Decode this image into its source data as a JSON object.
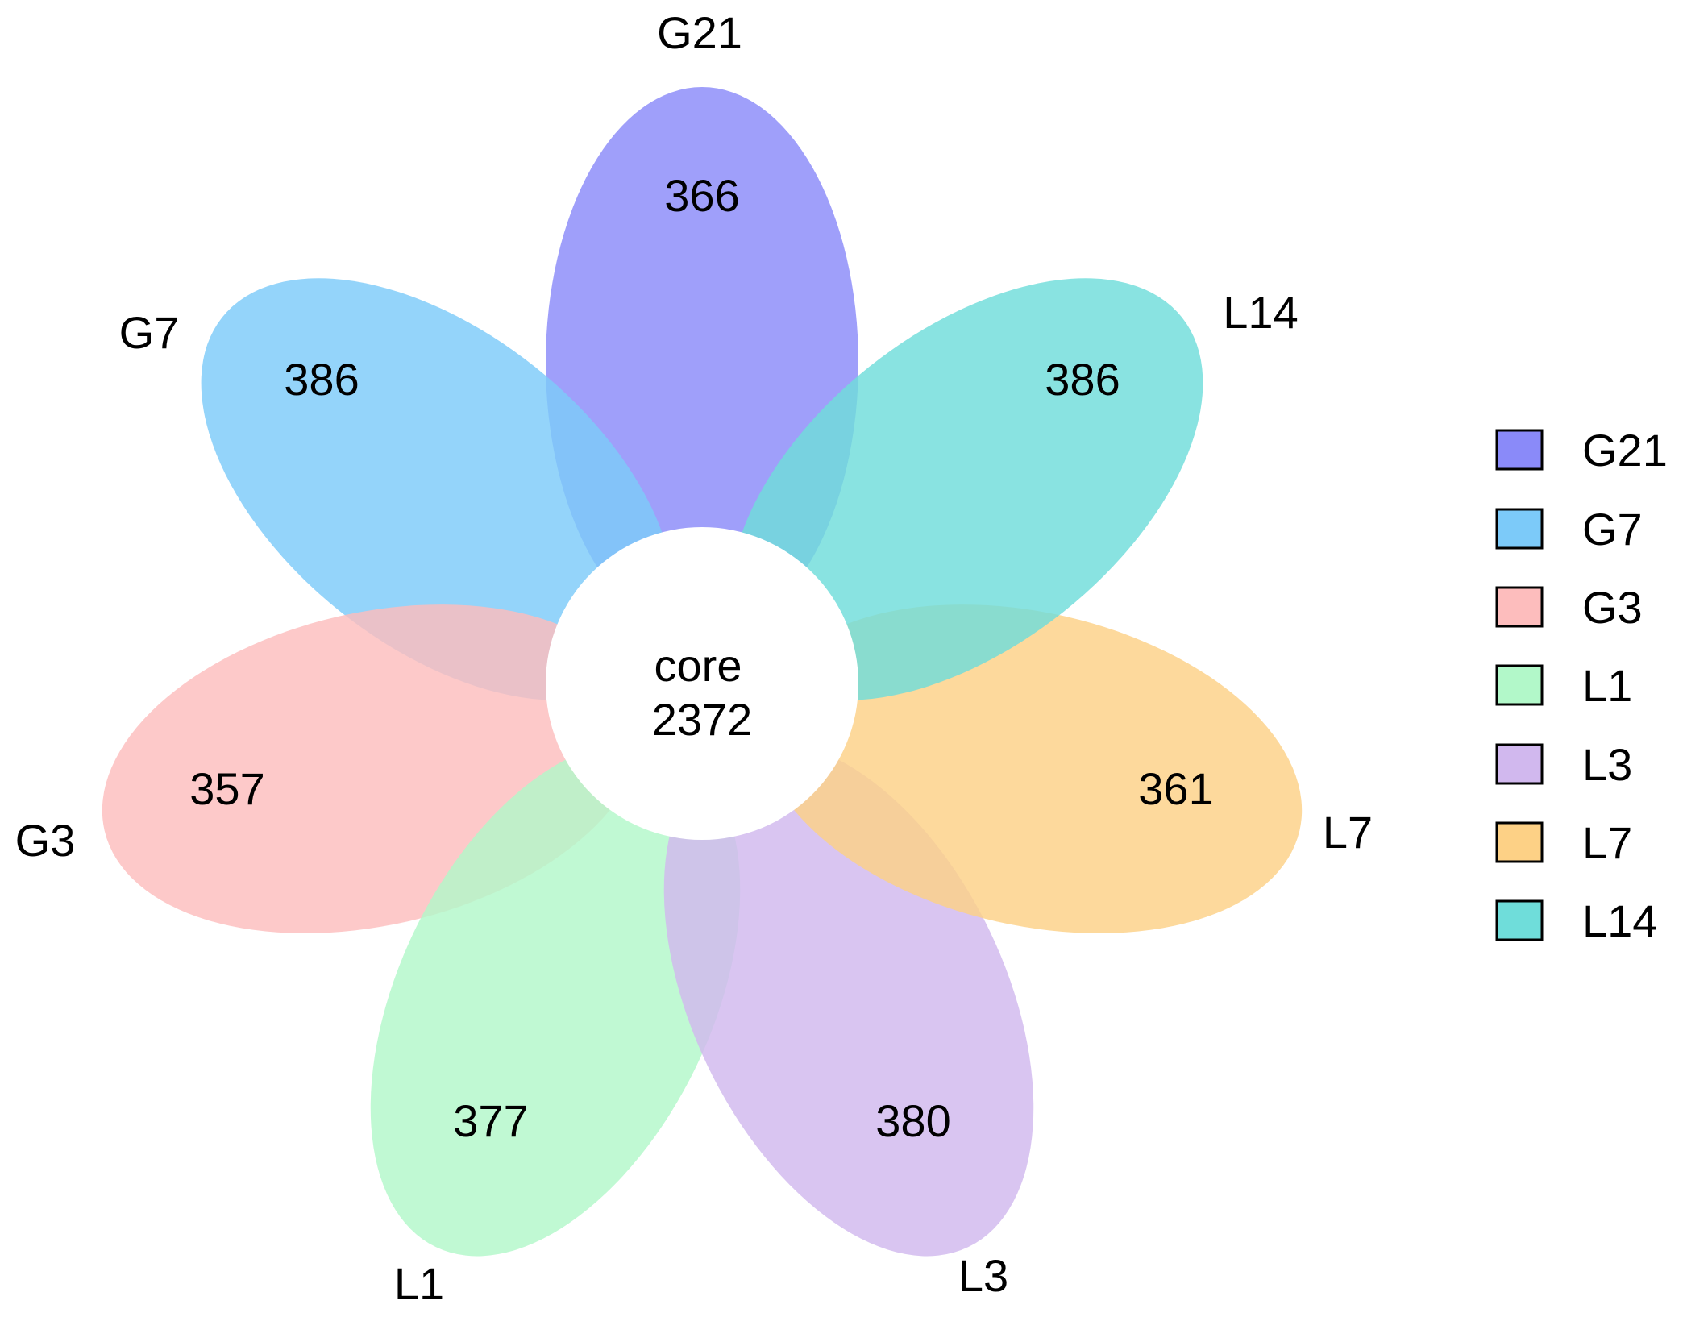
{
  "diagram": {
    "type": "flower-venn",
    "core": {
      "label": "core",
      "count": "2372"
    },
    "petals": [
      {
        "name": "G21",
        "count": "366",
        "color": "#8a8af9"
      },
      {
        "name": "G7",
        "count": "386",
        "color": "#7ccaf9"
      },
      {
        "name": "G3",
        "count": "357",
        "color": "#fdbdbd"
      },
      {
        "name": "L1",
        "count": "377",
        "color": "#b2f8c9"
      },
      {
        "name": "L3",
        "count": "380",
        "color": "#d1b8ee"
      },
      {
        "name": "L7",
        "count": "361",
        "color": "#fdd186"
      },
      {
        "name": "L14",
        "count": "386",
        "color": "#6fddda"
      }
    ]
  },
  "legend": {
    "items": [
      {
        "label": "G21",
        "color": "#8a8af9"
      },
      {
        "label": "G7",
        "color": "#7ccaf9"
      },
      {
        "label": "G3",
        "color": "#fdbdbd"
      },
      {
        "label": "L1",
        "color": "#b2f8c9"
      },
      {
        "label": "L3",
        "color": "#d1b8ee"
      },
      {
        "label": "L7",
        "color": "#fdd186"
      },
      {
        "label": "L14",
        "color": "#6fddda"
      }
    ]
  }
}
